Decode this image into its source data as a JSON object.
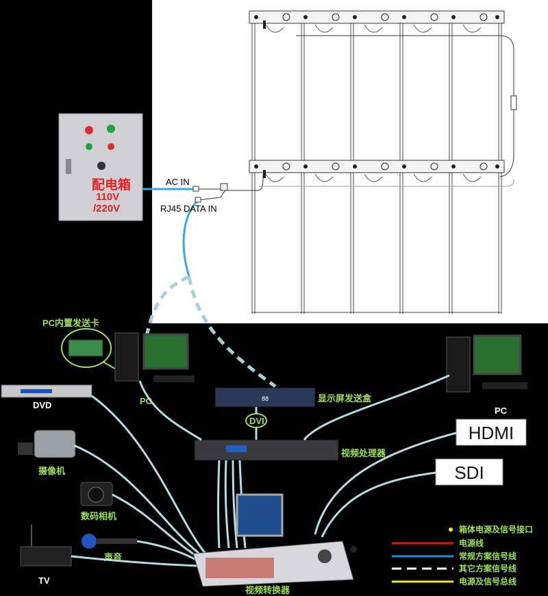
{
  "power_box": {
    "title": "配电箱",
    "voltage_1": "110V",
    "voltage_2": "/220V"
  },
  "connectors": {
    "ac_in": "AC IN",
    "data_in": "RJ45  DATA IN"
  },
  "devices": {
    "pc_card": "PC内置发送卡",
    "pc_left": "PC",
    "pc_right": "PC",
    "dvd": "DVD",
    "camcorder": "摄像机",
    "camera": "数码相机",
    "mic": "声音",
    "tv": "TV",
    "sender_box": "显示屏发送盒",
    "processor": "视频处理器",
    "switcher": "视频转换器",
    "dvi": "DVI",
    "hdmi": "HDMI",
    "sdi": "SDI"
  },
  "legend": {
    "items": [
      {
        "label": "箱体电源及信号接口",
        "type": "dot",
        "color": "#ffee00"
      },
      {
        "label": "电源线",
        "type": "line",
        "color": "#e81010"
      },
      {
        "label": "常规方案信号线",
        "type": "line",
        "color": "#1a8fe0"
      },
      {
        "label": "其它方案信号线",
        "type": "dashed",
        "color": "#ffffff"
      },
      {
        "label": "电源及信号总线",
        "type": "line",
        "color": "#ffe800"
      }
    ]
  },
  "colors": {
    "cable_light": "#b5dce2",
    "cable_blue": "#3aa7e0",
    "power_red": "#e82020",
    "label_green": "#9fe05a"
  }
}
